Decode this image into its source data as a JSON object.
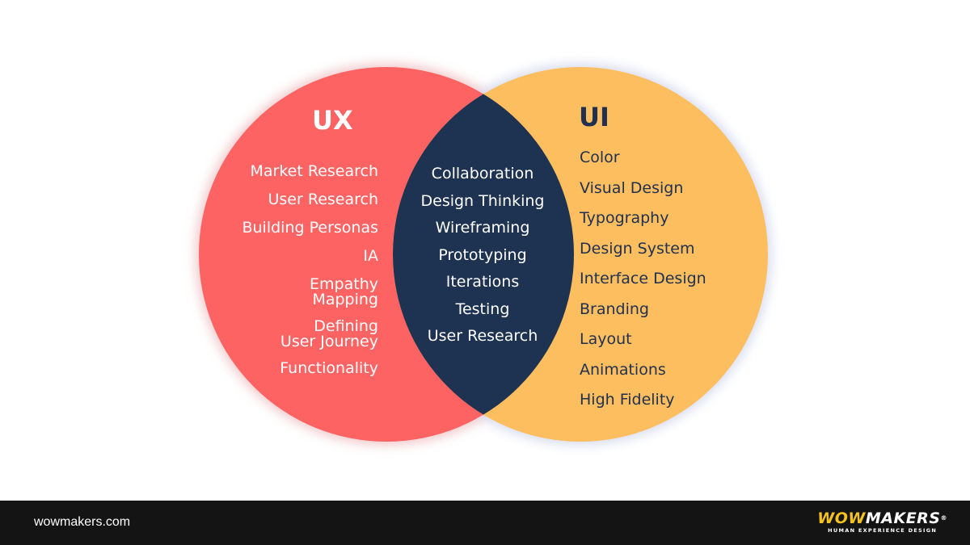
{
  "colors": {
    "ux_circle": "#fe6363",
    "ui_circle": "#fdbe5f",
    "overlap": "#1e3251",
    "ui_text": "#1f3050",
    "footer_bg": "#141414",
    "logo_accent": "#f6c21c"
  },
  "ux": {
    "title": "UX",
    "items": [
      "Market Research",
      "User Research",
      "Building Personas",
      "IA",
      "Empathy\nMapping",
      "Defining\nUser Journey",
      "Functionality"
    ]
  },
  "both": {
    "items": [
      "Collaboration",
      "Design Thinking",
      "Wireframing",
      "Prototyping",
      "Iterations",
      "Testing",
      "User Research"
    ]
  },
  "ui": {
    "title": "UI",
    "items": [
      "Color",
      "Visual Design",
      "Typography",
      "Design System",
      "Interface Design",
      "Branding",
      "Layout",
      "Animations",
      "High Fidelity"
    ]
  },
  "footer": {
    "site": "wowmakers.com",
    "logo_wow": "WOW",
    "logo_makers": "MAKERS",
    "logo_reg": "®",
    "logo_tagline": "HUMAN EXPERIENCE DESIGN"
  }
}
